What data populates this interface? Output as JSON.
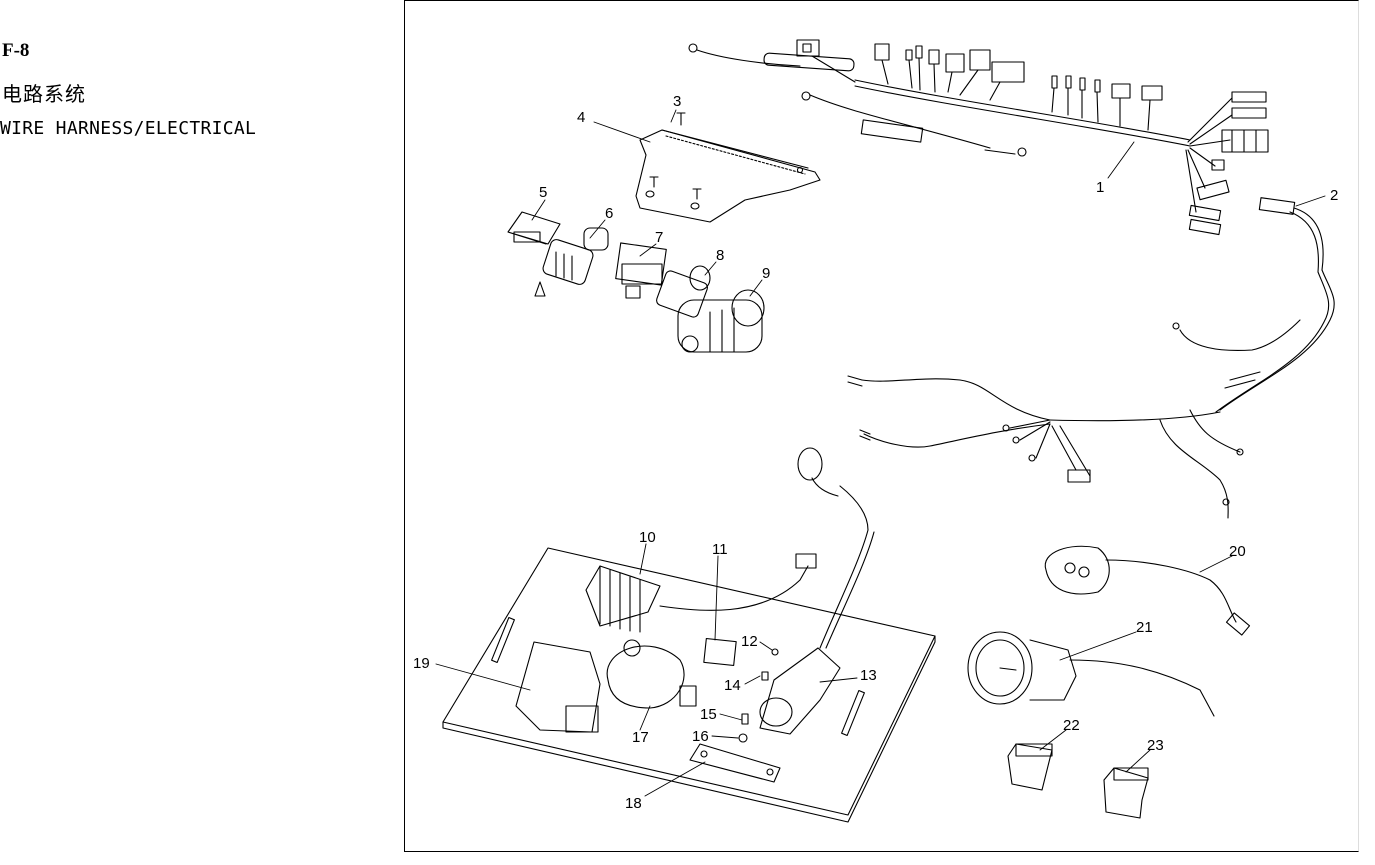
{
  "header": {
    "page_code": "F-8",
    "title_cn": "电路系统",
    "title_en": "WIRE HARNESS/ELECTRICAL"
  },
  "diagram": {
    "callouts": [
      "1",
      "2",
      "3",
      "4",
      "5",
      "6",
      "7",
      "8",
      "9",
      "10",
      "11",
      "12",
      "13",
      "14",
      "15",
      "16",
      "17",
      "18",
      "19",
      "20",
      "21",
      "22",
      "23"
    ]
  }
}
